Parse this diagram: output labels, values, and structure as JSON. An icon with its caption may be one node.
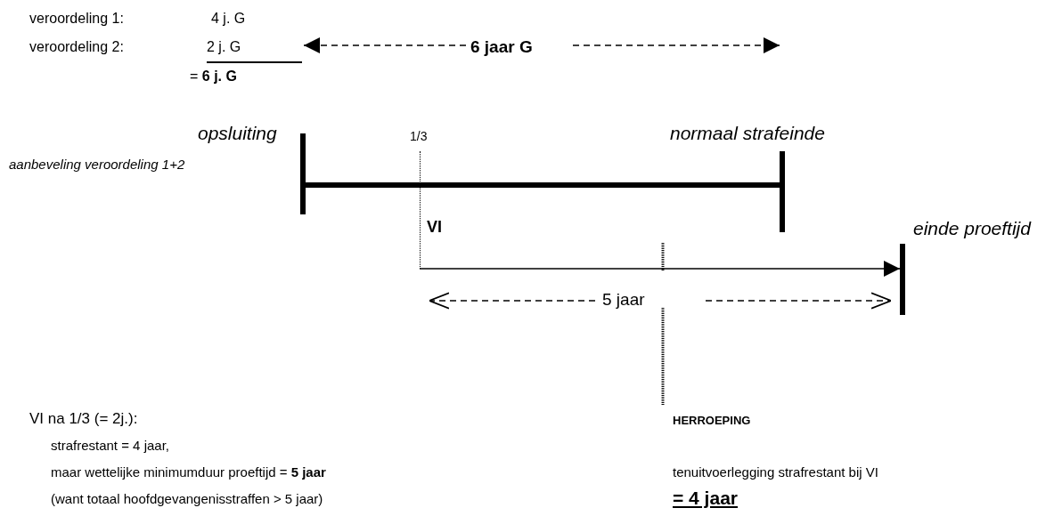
{
  "diagram": {
    "nodes": [
      {
        "text": [
          "VI"
        ]
      },
      {
        "text": [],
        "shape": "bar",
        "beside": [
          "einde proeftijd"
        ]
      }
    ],
    "edges": [
      {
        "from": 0,
        "to": 1,
        "arrow": "to"
      }
    ],
    "labels": [
      "veroordeling 1:",
      "4 j. G",
      "veroordeling 2:",
      "2 j. G",
      "6 jaar G",
      "= **6 j. G**",
      "opsluiting",
      "1/3",
      "normaal strafeinde",
      "aanbeveling veroordeling 1+2",
      "5 jaar",
      "VI na 1/3 (= 2j.):",
      "HERROEPING",
      "strafrestant = 4 jaar,",
      "maar wettelijke minimumduur proeftijd = **5 jaar**",
      "tenuitvoerlegging strafrestant bij VI",
      "(want totaal hoofdgevangenisstraffen > 5 jaar)",
      "= 4 jaar"
    ]
  }
}
